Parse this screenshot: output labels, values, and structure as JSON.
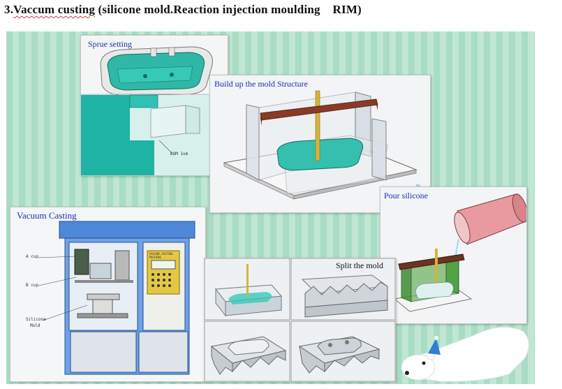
{
  "title": {
    "prefix": "3.",
    "misspelled": "Vaccum custing",
    "rest": " (silicone mold.Reaction injection moulding    RIM)"
  },
  "panels": {
    "sprue": {
      "title": "Sprue setting",
      "tag": "BOM 1um"
    },
    "build": {
      "title": "Build up the mold Structure",
      "axis": "ZX"
    },
    "pour": {
      "title": "Pour silicone"
    },
    "vacuum": {
      "title": "Vacuum Casting",
      "labels": [
        "A cup",
        "B cup",
        "Silicone",
        "Mold"
      ],
      "controller": "VACUUM CASTING MACHINE"
    },
    "split": {
      "title": "Split the mold"
    }
  },
  "colors": {
    "title_blue": "#1a2fb3",
    "board_green": "#a9dcc4",
    "mold_teal": "#2fb7a7",
    "machine_blue": "#4f88d8"
  }
}
